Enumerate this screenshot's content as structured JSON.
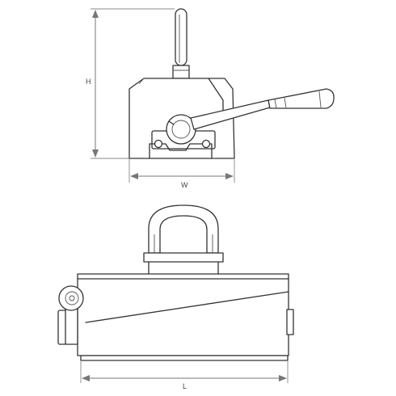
{
  "dimensions": {
    "height_label": "H",
    "width_label": "W",
    "length_label": "L"
  },
  "colors": {
    "line": "#333333",
    "dimension_line": "#777777",
    "background": "#ffffff"
  }
}
